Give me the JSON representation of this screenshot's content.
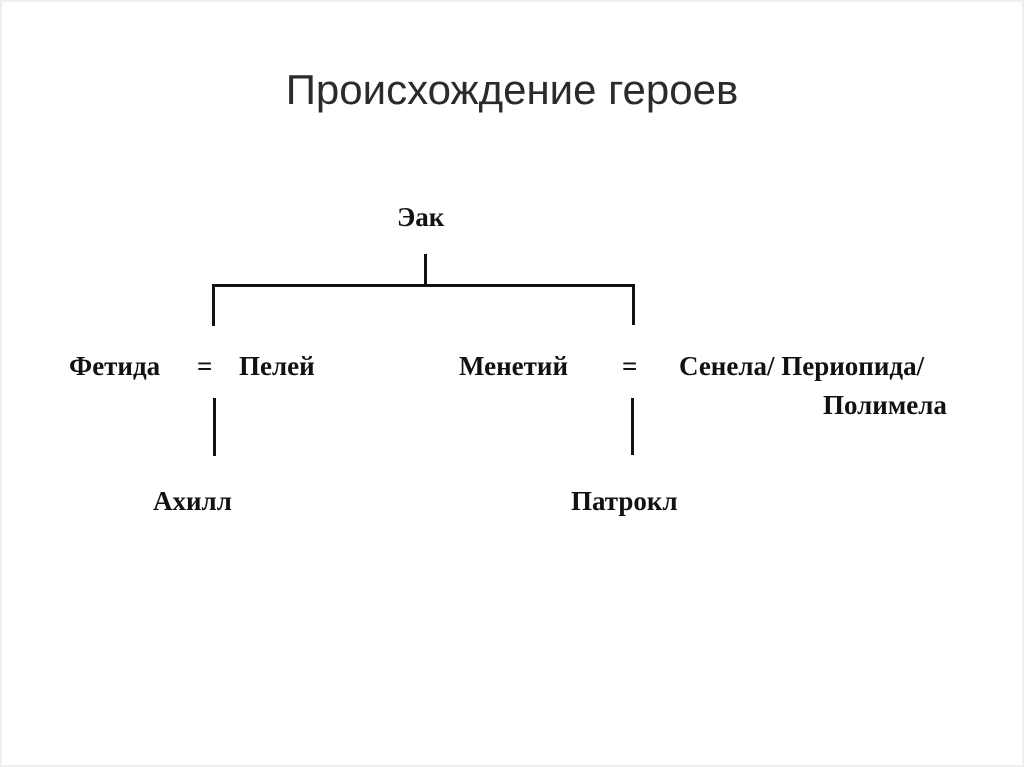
{
  "slide": {
    "title": "Происхождение героев"
  },
  "diagram": {
    "root": "Эак",
    "marriage_symbol": "=",
    "couple_left": {
      "wife": "Фетида",
      "husband": "Пелей",
      "child": "Ахилл"
    },
    "couple_right": {
      "husband": "Менетий",
      "wives_line1": "Сенела/ Периопида/",
      "wives_line2": "Полимела",
      "child": "Патрокл"
    }
  },
  "colors": {
    "background": "#ffffff",
    "frame": "#efefef",
    "title_text": "#2b2b2b",
    "ink": "#121212"
  }
}
